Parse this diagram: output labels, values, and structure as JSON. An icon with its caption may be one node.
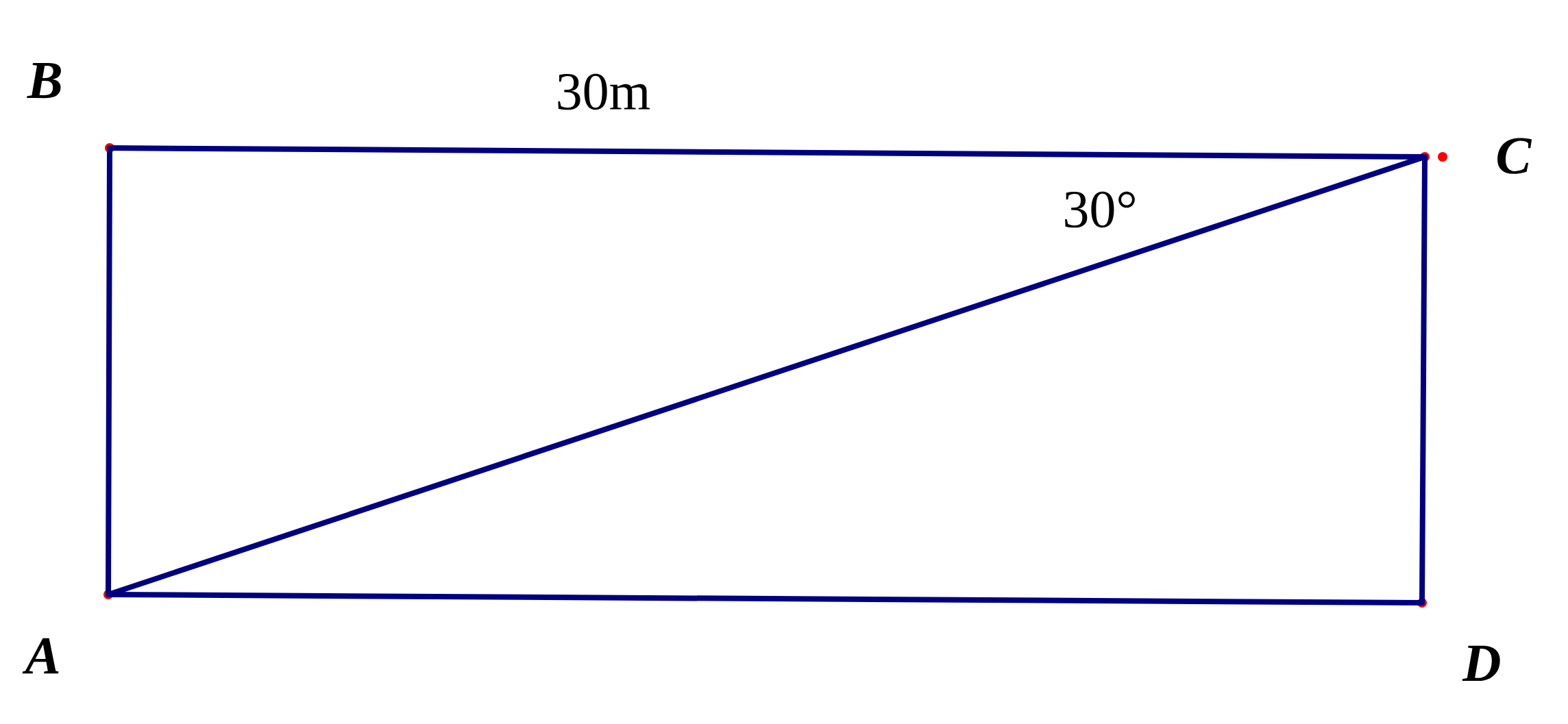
{
  "diagram": {
    "nodes": [
      {
        "text": [
          "B"
        ]
      },
      {
        "text": [
          "C"
        ]
      },
      {
        "text": [
          "A"
        ]
      },
      {
        "text": [
          "D"
        ]
      }
    ],
    "edges": [
      {
        "from": 2,
        "to": 0,
        "arrow": "none"
      },
      {
        "from": 0,
        "to": 1,
        "arrow": "none"
      },
      {
        "from": 1,
        "to": 3,
        "arrow": "none"
      },
      {
        "from": 3,
        "to": 2,
        "arrow": "none"
      },
      {
        "from": 2,
        "to": 1,
        "arrow": "none"
      }
    ],
    "labels": [
      "30m",
      "30°"
    ]
  }
}
